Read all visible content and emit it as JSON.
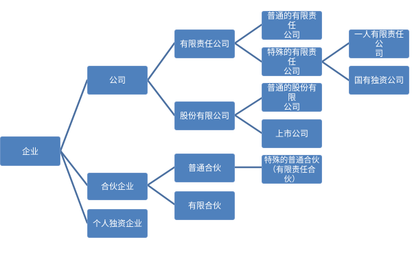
{
  "nodes": {
    "enterprise": "企业",
    "company": "公司",
    "partnership": "合伙企业",
    "sole_proprietorship": "个人独资企业",
    "llc": "有限责任公司",
    "joint_stock": "股份有限公司",
    "general_partnership": "普通合伙",
    "limited_partnership": "有限合伙",
    "ordinary_llc": "普通的有限责任\n公司",
    "special_llc": "特殊的有限责任\n公司",
    "ordinary_joint_stock": "普通的股份有限\n公司",
    "listed_company": "上市公司",
    "special_general_partnership": "特殊的普通合伙\n（有限责任合伙）",
    "one_person_llc": "一人有限责任公\n司",
    "state_owned_sole": "国有独资公司"
  },
  "colors": {
    "node_fill": "#4f81bd",
    "connector": "#4a6fa0",
    "text": "#ffffff"
  }
}
